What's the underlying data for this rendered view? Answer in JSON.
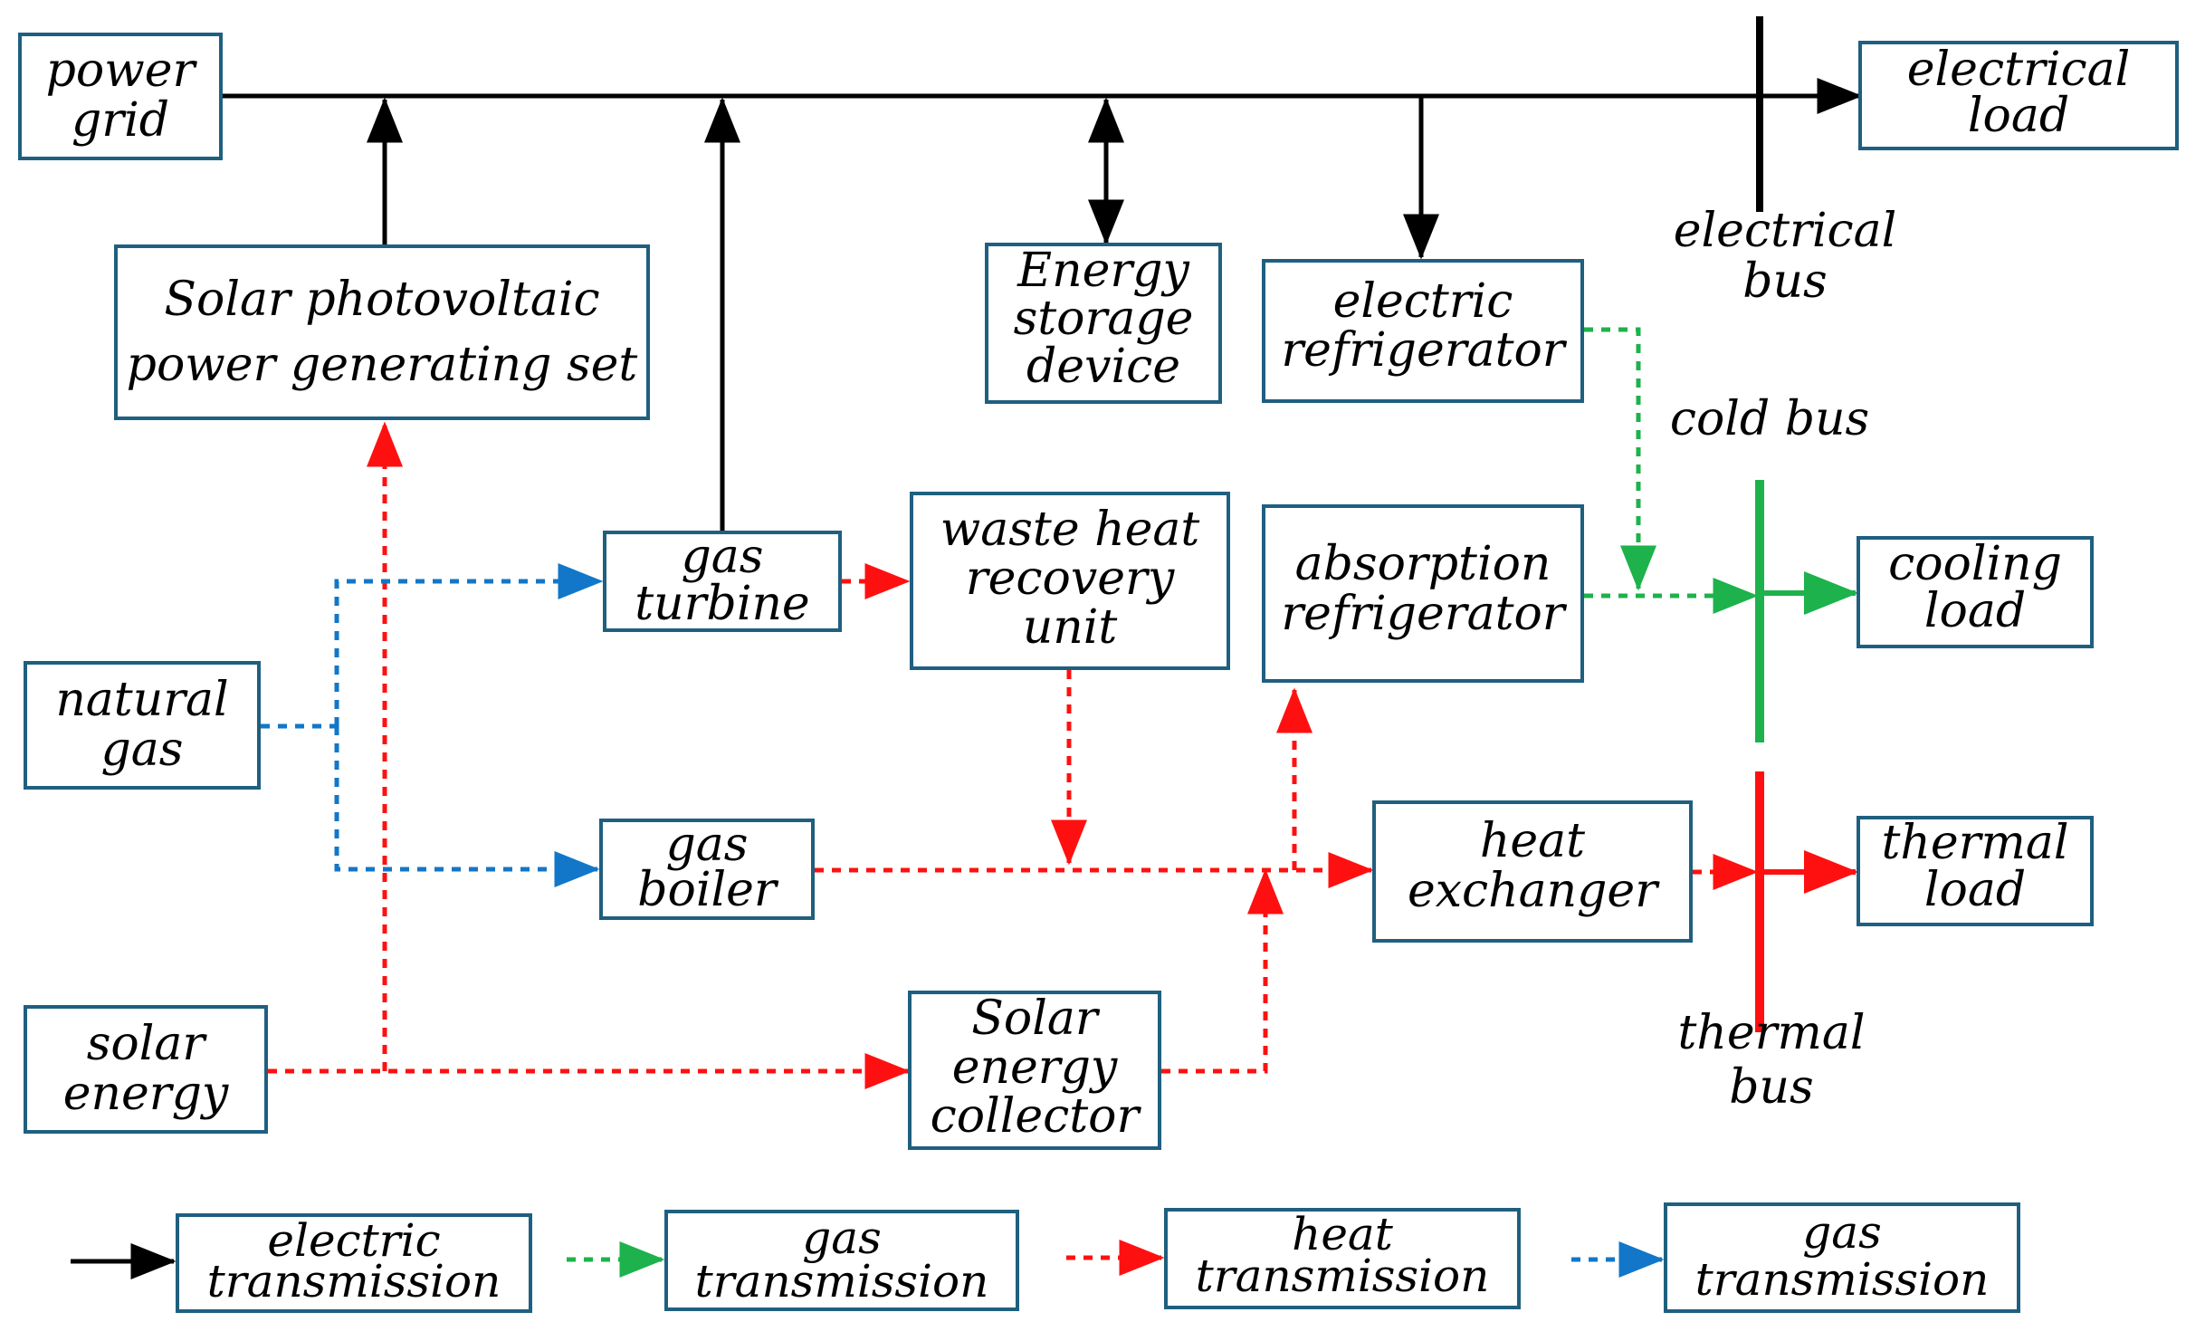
{
  "nodes": {
    "power_grid": [
      "power",
      "grid"
    ],
    "electrical_load": [
      "electrical",
      "load"
    ],
    "solar_pv": [
      "Solar photovoltaic",
      "power generating set"
    ],
    "energy_storage": [
      "Energy",
      "storage",
      "device"
    ],
    "electric_refrigerator": [
      "electric",
      "refrigerator"
    ],
    "gas_turbine": [
      "gas",
      "turbine"
    ],
    "waste_heat": [
      "waste heat",
      "recovery",
      "unit"
    ],
    "absorption_refrigerator": [
      "absorption",
      "refrigerator"
    ],
    "cooling_load": [
      "cooling",
      "load"
    ],
    "natural_gas": [
      "natural",
      "gas"
    ],
    "gas_boiler": [
      "gas",
      "boiler"
    ],
    "heat_exchanger": [
      "heat",
      "exchanger"
    ],
    "thermal_load": [
      "thermal",
      "load"
    ],
    "solar_energy": [
      "solar",
      "energy"
    ],
    "solar_collector": [
      "Solar",
      "energy",
      "collector"
    ]
  },
  "bus_labels": {
    "electrical_bus": [
      "electrical",
      "bus"
    ],
    "cold_bus": [
      "cold bus"
    ],
    "thermal_bus": [
      "thermal",
      "bus"
    ]
  },
  "legend": [
    {
      "style": "electric",
      "color": "#000000",
      "lines": [
        "electric",
        "transmission"
      ]
    },
    {
      "style": "dashed",
      "color": "#1db24b",
      "lines": [
        "gas",
        "transmission"
      ]
    },
    {
      "style": "dashed",
      "color": "#ff1010",
      "lines": [
        "heat",
        "transmission"
      ]
    },
    {
      "style": "dashed",
      "color": "#1277c8",
      "lines": [
        "gas",
        "transmission"
      ]
    }
  ],
  "colors": {
    "electric": "#000000",
    "cold": "#1db24b",
    "heat": "#ff1010",
    "gas": "#1277c8",
    "box_border": "#1f5f7f"
  }
}
